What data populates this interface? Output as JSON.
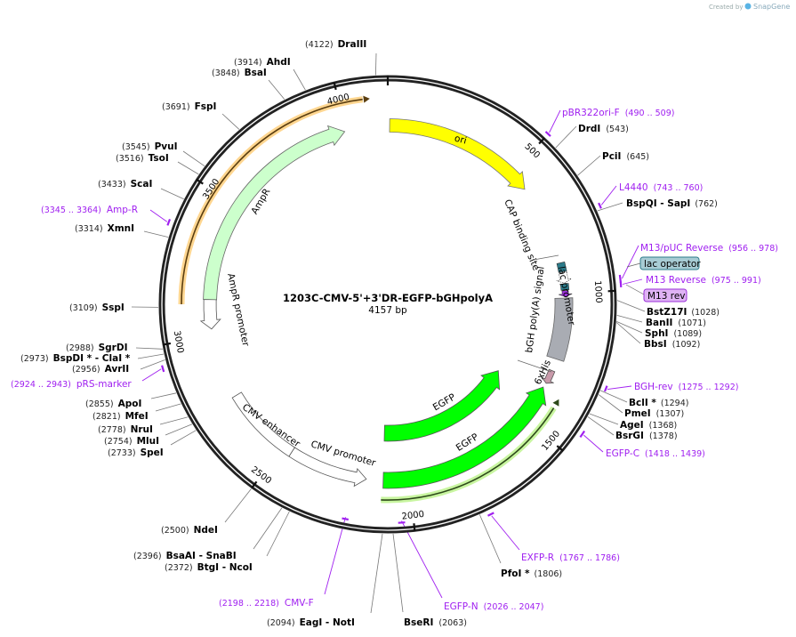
{
  "credit": {
    "created_by": "Created by",
    "brand": "SnapGene"
  },
  "plasmid": {
    "name": "1203C-CMV-5'+3'DR-EGFP-bGHpolyA",
    "length": "4157 bp",
    "total_bp": 4157
  },
  "ticks": [
    "500",
    "1000",
    "1500",
    "2000",
    "2500",
    "3000",
    "3500",
    "4000"
  ],
  "colors": {
    "backbone": "#222222",
    "primer": "#a020f0",
    "ori": "#ffff00",
    "AmpR": "#ccffcc",
    "EGFP": "#00ff00",
    "polyA": "#a9acb3",
    "orf_highlight": "#ffc46e",
    "egfp_orf_highlight": "#c8f5a0"
  },
  "features": {
    "ori": "ori",
    "ampr": "AmpR",
    "ampr_promoter": "AmpR promoter",
    "cap_site": "CAP binding site",
    "lac_promoter": "lac promoter",
    "lac_operator": "lac operator",
    "m13_rev": "M13 rev",
    "bgh_polya": "bGH poly(A) signal",
    "his": "6xHis",
    "egfp1": "EGFP",
    "egfp2": "EGFP",
    "cmv_enhancer": "CMV enhancer",
    "cmv_promoter": "CMV promoter"
  },
  "enzymes": [
    {
      "name": "DraIII",
      "pos": "(4122)"
    },
    {
      "name": "AhdI",
      "pos": "(3914)"
    },
    {
      "name": "BsaI",
      "pos": "(3848)"
    },
    {
      "name": "FspI",
      "pos": "(3691)"
    },
    {
      "name": "PvuI",
      "pos": "(3545)"
    },
    {
      "name": "TsoI",
      "pos": "(3516)"
    },
    {
      "name": "ScaI",
      "pos": "(3433)"
    },
    {
      "name": "XmnI",
      "pos": "(3314)"
    },
    {
      "name": "SspI",
      "pos": "(3109)"
    },
    {
      "name": "SgrDI",
      "pos": "(2988)"
    },
    {
      "name": "BspDI *  - ClaI *",
      "pos": "(2973)"
    },
    {
      "name": "AvrII",
      "pos": "(2956)"
    },
    {
      "name": "ApoI",
      "pos": "(2855)"
    },
    {
      "name": "MfeI",
      "pos": "(2821)"
    },
    {
      "name": "NruI",
      "pos": "(2778)"
    },
    {
      "name": "MluI",
      "pos": "(2754)"
    },
    {
      "name": "SpeI",
      "pos": "(2733)"
    },
    {
      "name": "NdeI",
      "pos": "(2500)"
    },
    {
      "name": "BsaAI   - SnaBI",
      "pos": "(2396)"
    },
    {
      "name": "BtgI   - NcoI",
      "pos": "(2372)"
    },
    {
      "name": "EagI   - NotI",
      "pos": "(2094)"
    },
    {
      "name": "BseRI",
      "pos": "(2063)"
    },
    {
      "name": "PfoI *",
      "pos": "(1806)"
    },
    {
      "name": "DrdI",
      "pos": "(543)"
    },
    {
      "name": "PciI",
      "pos": "(645)"
    },
    {
      "name": "BspQI   - SapI",
      "pos": "(762)"
    },
    {
      "name": "BstZ17I",
      "pos": "(1028)"
    },
    {
      "name": "BanII",
      "pos": "(1071)"
    },
    {
      "name": "SphI",
      "pos": "(1089)"
    },
    {
      "name": "BbsI",
      "pos": "(1092)"
    },
    {
      "name": "BclI *",
      "pos": "(1294)"
    },
    {
      "name": "PmeI",
      "pos": "(1307)"
    },
    {
      "name": "AgeI",
      "pos": "(1368)"
    },
    {
      "name": "BsrGI",
      "pos": "(1378)"
    }
  ],
  "primers": [
    {
      "name": "pBR322ori-F",
      "range": "(490 .. 509)"
    },
    {
      "name": "L4440",
      "range": "(743 .. 760)"
    },
    {
      "name": "M13/pUC Reverse",
      "range": "(956 .. 978)"
    },
    {
      "name": "M13 Reverse",
      "range": "(975 .. 991)"
    },
    {
      "name": "BGH-rev",
      "range": "(1275 .. 1292)"
    },
    {
      "name": "EGFP-C",
      "range": "(1418 .. 1439)"
    },
    {
      "name": "EXFP-R",
      "range": "(1767 .. 1786)"
    },
    {
      "name": "EGFP-N",
      "range": "(2026 .. 2047)"
    },
    {
      "name": "CMV-F",
      "range": "(2198 .. 2218)"
    },
    {
      "name": "Amp-R",
      "range": "(3345 .. 3364)"
    },
    {
      "name": "pRS-marker",
      "range": "(2924 .. 2943)"
    }
  ]
}
